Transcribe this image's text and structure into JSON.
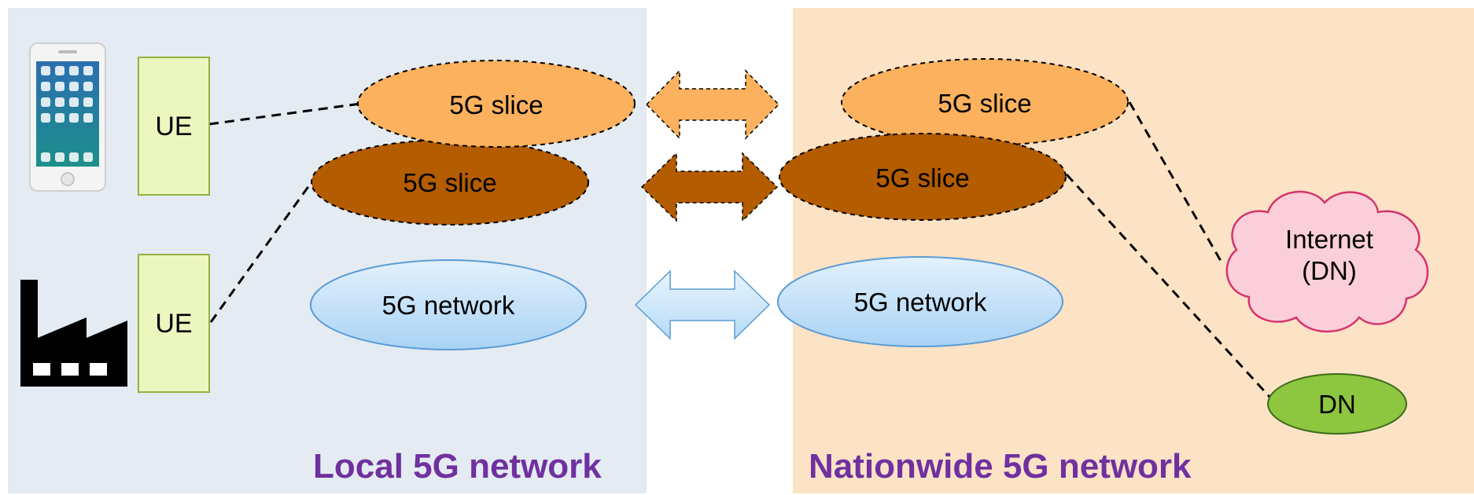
{
  "regions": {
    "local": {
      "title": "Local 5G network",
      "bg": "#e4ebf2"
    },
    "nationwide": {
      "title": "Nationwide 5G network",
      "bg": "#fde3c6"
    },
    "title_color": "#7030a0"
  },
  "local": {
    "ue_top": "UE",
    "ue_bottom": "UE",
    "slice_orange": "5G slice",
    "slice_brown": "5G slice",
    "network": "5G network"
  },
  "nationwide": {
    "slice_orange": "5G slice",
    "slice_brown": "5G slice",
    "network": "5G network",
    "internet_line1": "Internet",
    "internet_line2": "(DN)",
    "dn": "DN"
  },
  "colors": {
    "slice_orange": "#fbb15d",
    "slice_brown": "#b35c00",
    "network_blue": "#c9e3f7",
    "ue_green": "#ecf7c0",
    "cloud_pink": "#fbcfd9",
    "dn_green": "#8dc63f"
  },
  "icons": [
    "smartphone-icon",
    "factory-icon"
  ]
}
